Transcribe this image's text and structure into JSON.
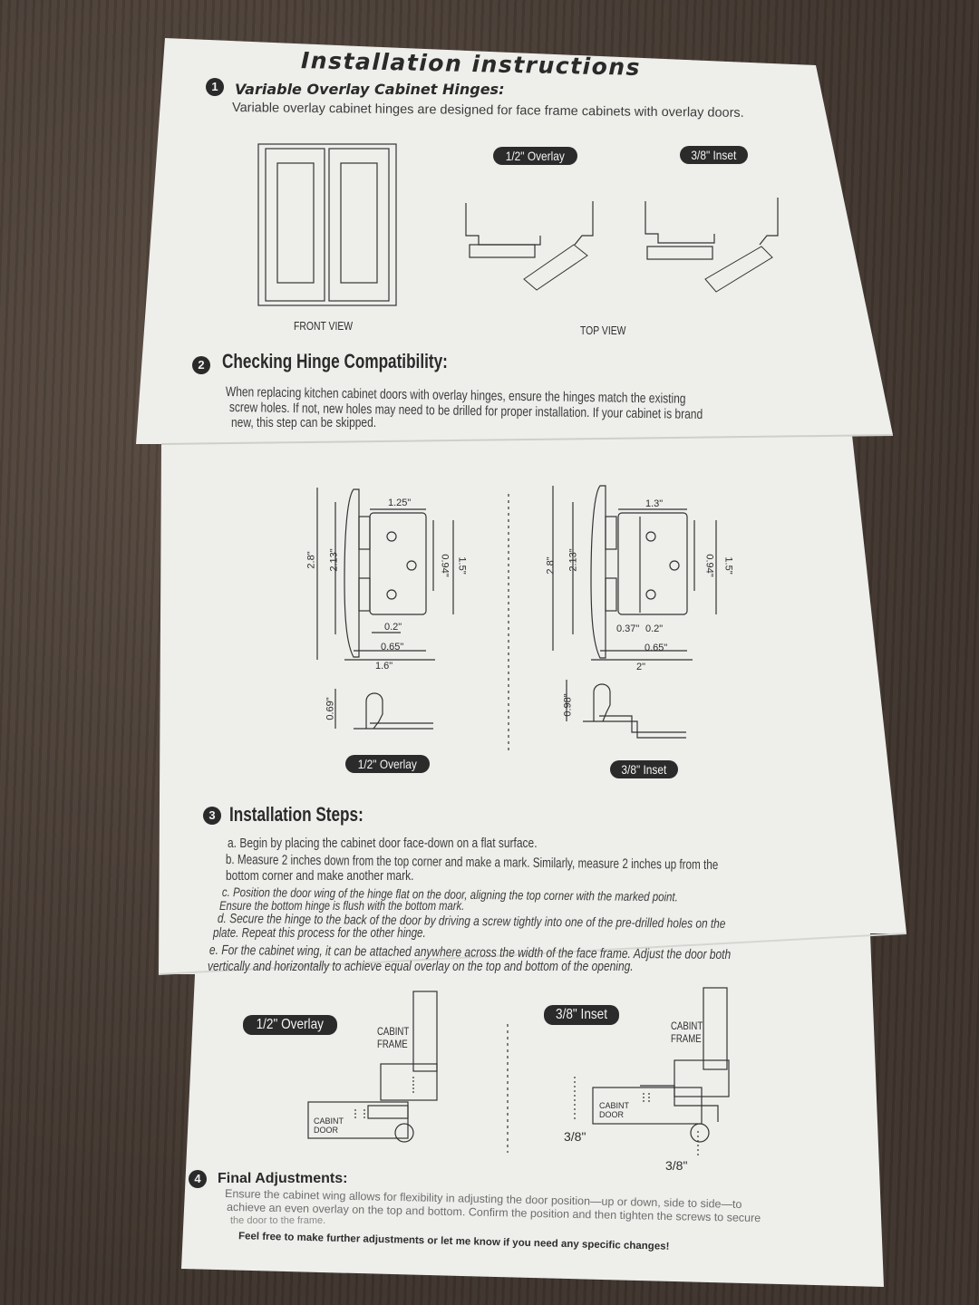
{
  "title": "Installation instructions",
  "step1": {
    "number": "1",
    "heading": "Variable Overlay Cabinet Hinges:",
    "text": "Variable overlay cabinet hinges are designed for face frame cabinets with overlay doors.",
    "badge_overlay": "1/2\" Overlay",
    "badge_inset": "3/8\" Inset",
    "front_view": "FRONT VIEW",
    "top_view": "TOP VIEW"
  },
  "step2": {
    "number": "2",
    "heading": "Checking Hinge Compatibility:",
    "line1": "When replacing kitchen cabinet doors with overlay hinges, ensure the hinges match the existing",
    "line2": "screw holes.  If not, new holes may need to be drilled for proper installation.  If your cabinet is brand",
    "line3": "new, this step can be skipped.",
    "left_dims": {
      "w1": "1.25\"",
      "h1": "2.8\"",
      "h2": "2.13\"",
      "h3": "0.94\"",
      "h4": "1.5\"",
      "d1": "0.2\"",
      "d2": "0.65\"",
      "d3": "1.6\"",
      "side": "0.69\""
    },
    "right_dims": {
      "w1": "1.3\"",
      "h1": "2.8\"",
      "h2": "2.13\"",
      "h3": "0.94\"",
      "h4": "1.5\"",
      "d0": "0.37\"",
      "d1": "0.2\"",
      "d2": "0.65\"",
      "d3": "2\"",
      "side": "0.98\""
    },
    "badge_overlay": "1/2\" Overlay",
    "badge_inset": "3/8\" Inset"
  },
  "step3": {
    "number": "3",
    "heading": "Installation Steps:",
    "a": "a. Begin by placing the cabinet door face-down on a flat surface.",
    "b1": "b. Measure 2 inches down from the top corner and make a mark. Similarly, measure 2 inches up from the",
    "b2": "bottom corner and make another mark.",
    "c1": "c. Position the door wing of the hinge flat on the door, aligning the top corner with the marked point.",
    "c2": "Ensure the bottom hinge is flush with the bottom mark.",
    "d1": "d. Secure the hinge to the back of the door by driving a screw tightly into one of the pre-drilled holes on the",
    "d2": "plate.  Repeat this process for the other hinge.",
    "e1": "e. For the cabinet wing, it can be attached anywhere across the width of the face frame. Adjust the door both",
    "e2": "vertically and horizontally to achieve equal overlay on the top and bottom of the opening.",
    "badge_overlay": "1/2\" Overlay",
    "badge_inset": "3/8\" Inset",
    "frame_label": "CABINT FRAME",
    "frame_l1": "CABINT",
    "frame_l2": "FRAME",
    "door_l1": "CABINT",
    "door_l2": "DOOR",
    "inset_dim1": "3/8\"",
    "inset_dim2": "3/8\""
  },
  "step4": {
    "number": "4",
    "heading": "Final Adjustments:",
    "line1": "Ensure the cabinet wing allows for flexibility in adjusting the door position—up or down, side to side—to",
    "line2": "achieve an even overlay on the top and bottom. Confirm the position and then tighten the screws to secure",
    "line3": "the door to the frame.",
    "footer": "Feel free to make further adjustments or let me know if you need any specific changes!"
  }
}
